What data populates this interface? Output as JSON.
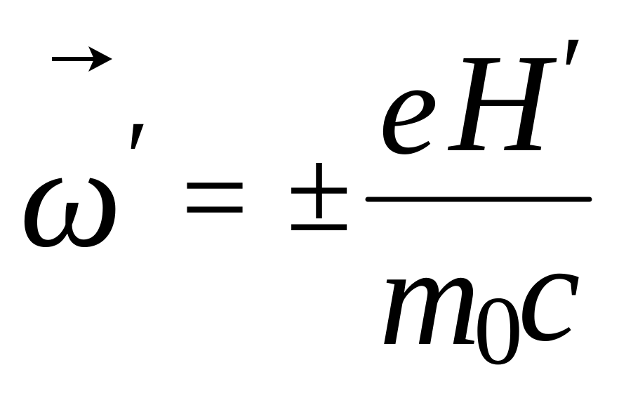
{
  "equation": {
    "lhs": {
      "symbol": "ω",
      "prime": "′",
      "vector_accent": "arrow-right"
    },
    "relation": "=",
    "sign": "±",
    "fraction": {
      "numerator": {
        "charge": "e",
        "field": "H",
        "prime": "′"
      },
      "denominator": {
        "mass": "m",
        "mass_subscript": "0",
        "speed_of_light": "c"
      }
    }
  }
}
